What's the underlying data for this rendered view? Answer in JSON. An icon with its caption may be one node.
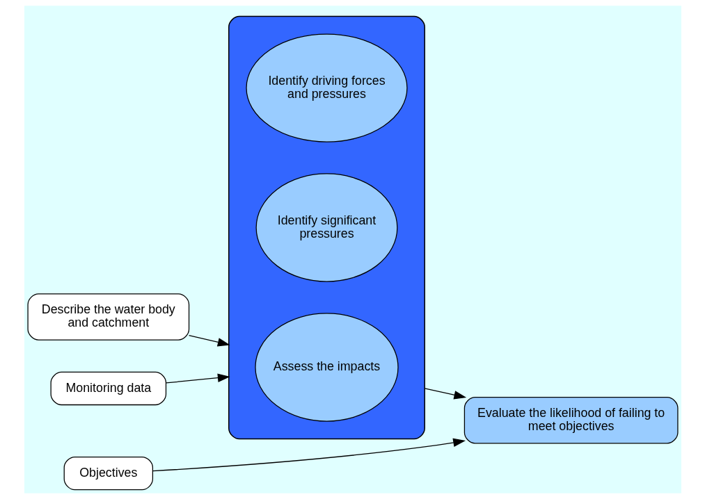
{
  "diagram": {
    "nodes": [
      {
        "text": [
          "Describe the water body and catchment"
        ]
      },
      {
        "text": [
          "Monitoring data"
        ]
      },
      {
        "text": [
          "Objectives"
        ]
      },
      {
        "text": [],
        "shape": "box"
      },
      {
        "text": [
          "Identify driving forces and pressures"
        ],
        "in": 3
      },
      {
        "text": [
          "Identify significant pressures"
        ],
        "in": 3
      },
      {
        "text": [
          "Assess the impacts"
        ],
        "in": 3
      },
      {
        "text": [
          "Evaluate the likelihood of failing to meet objectives"
        ]
      }
    ],
    "edges": [
      {
        "from": 0,
        "to": 3,
        "arrow": "to"
      },
      {
        "from": 1,
        "to": 3,
        "arrow": "to"
      },
      {
        "from": 3,
        "to": 7,
        "arrow": "to"
      },
      {
        "from": 2,
        "to": 7,
        "arrow": "to"
      }
    ]
  }
}
